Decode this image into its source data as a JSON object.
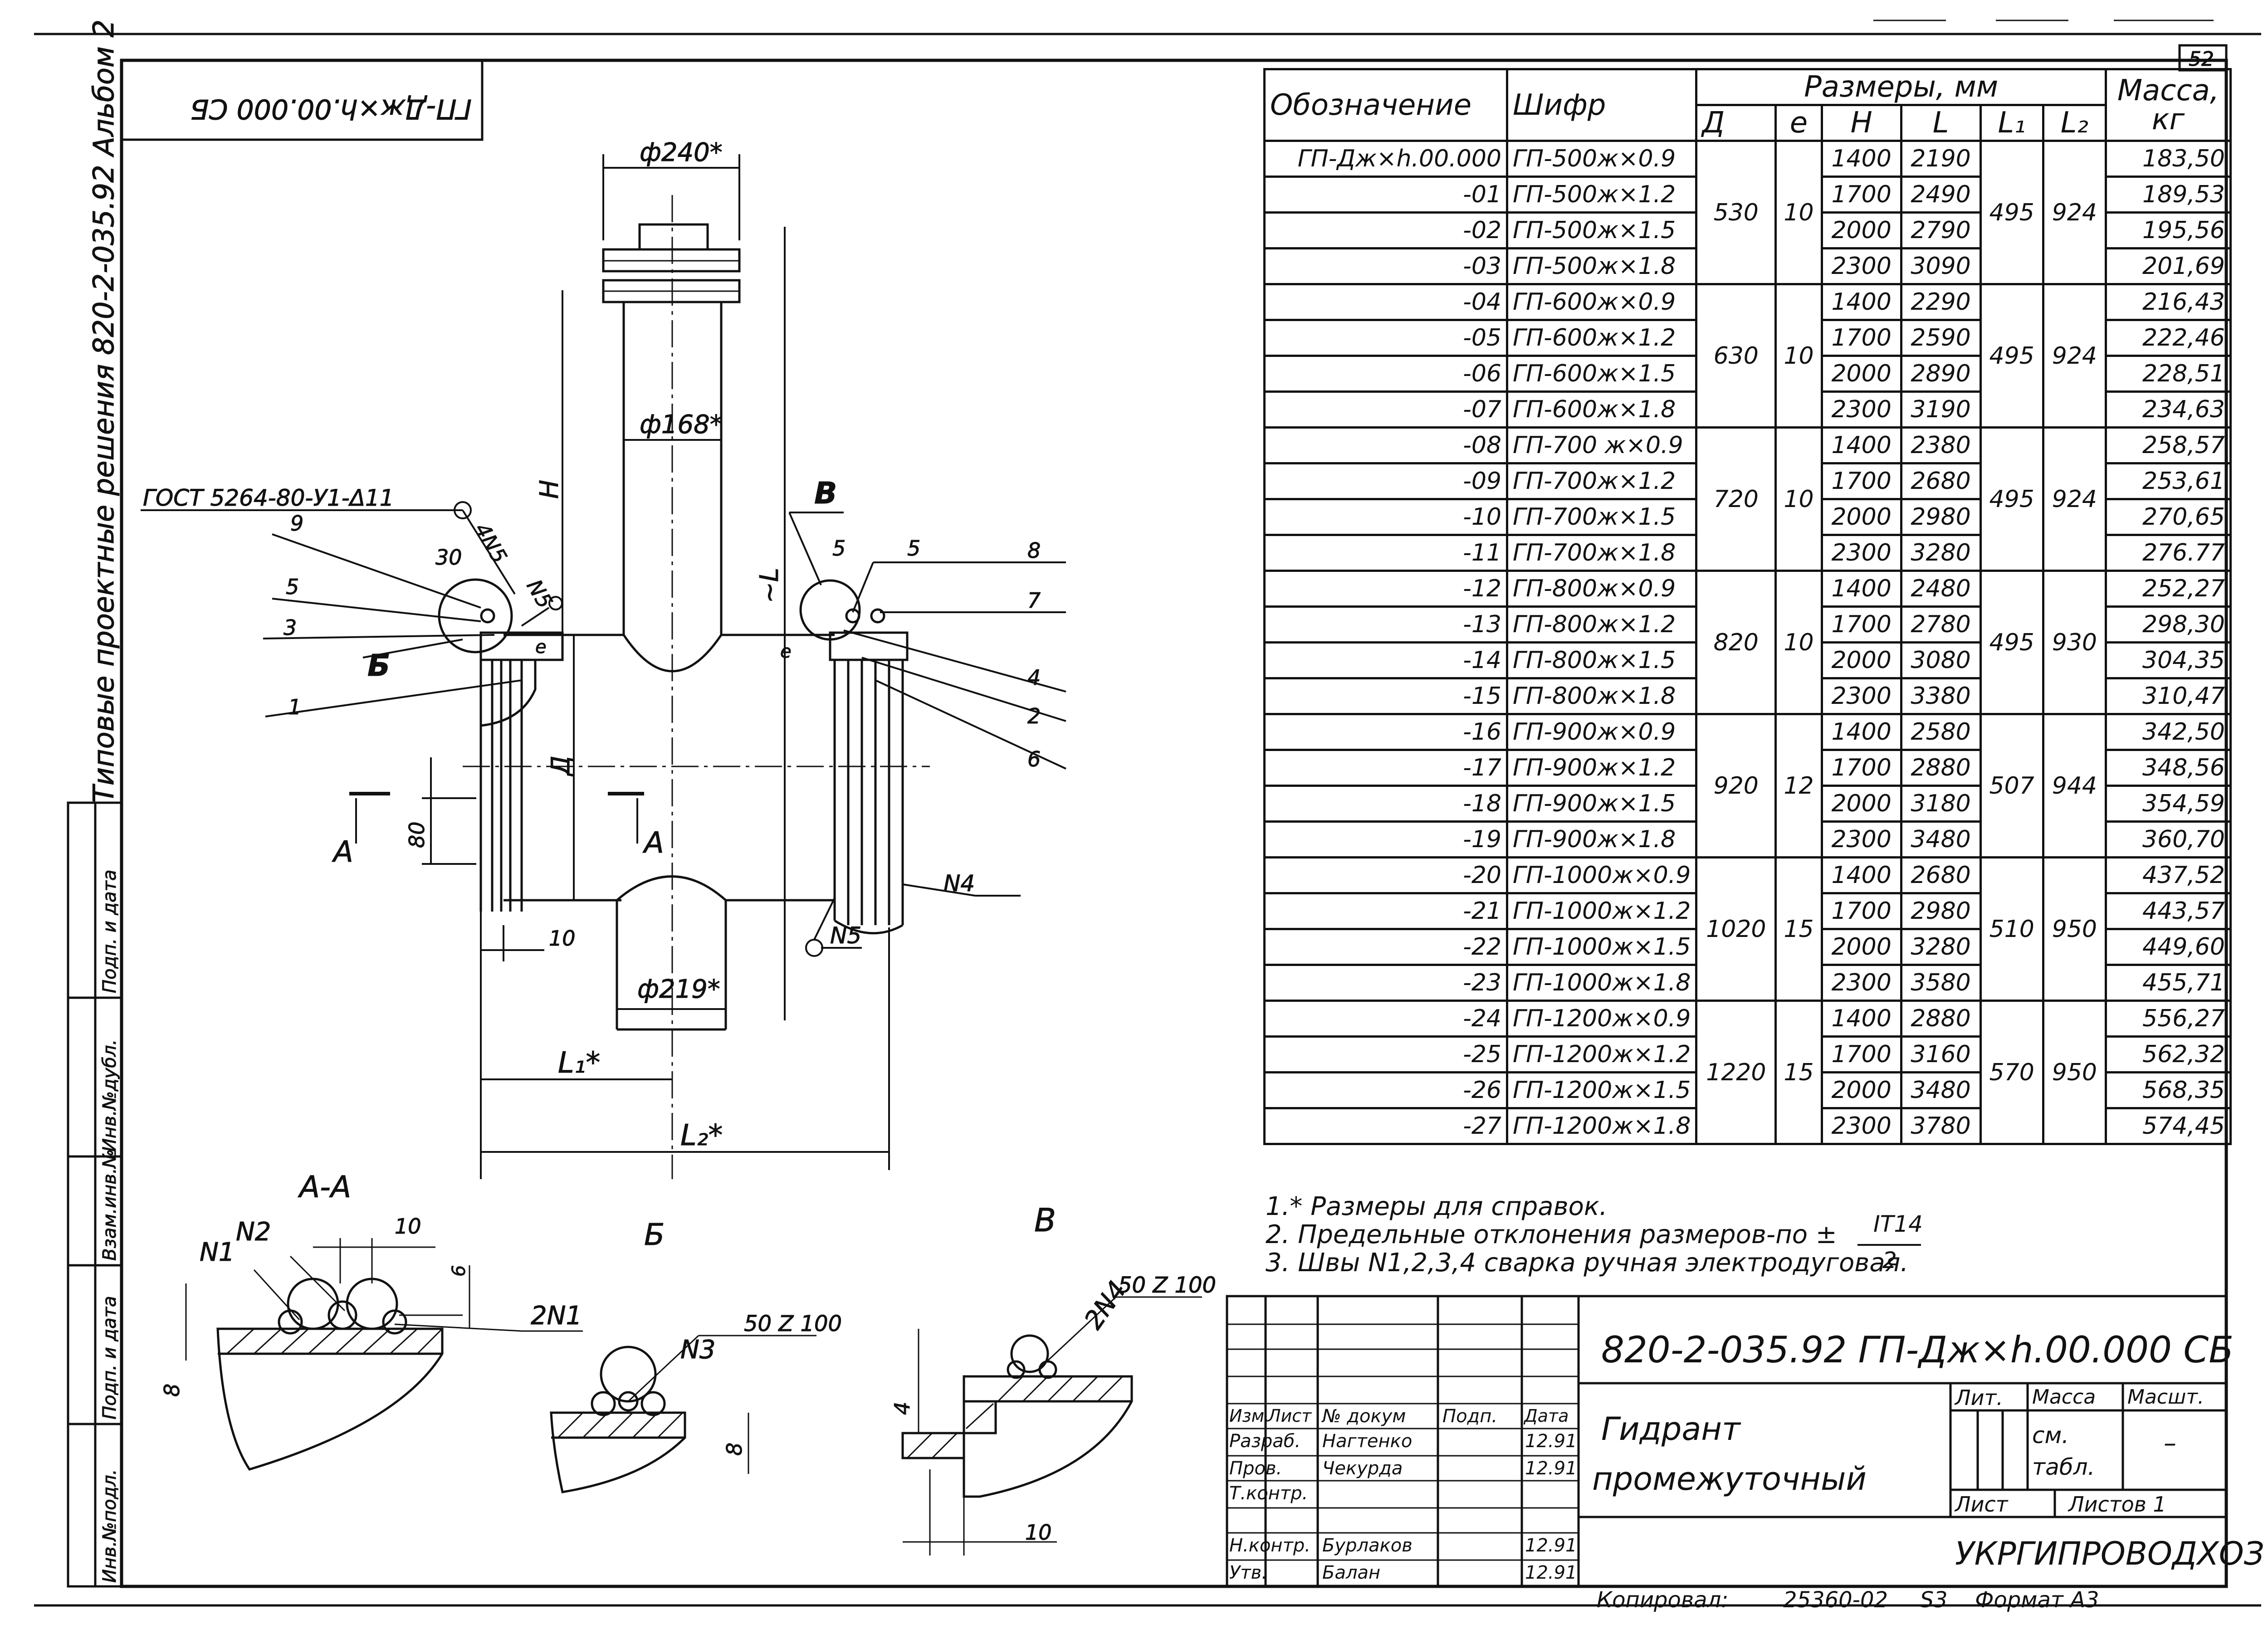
{
  "sheet_number": "52",
  "album_text": "Типовые проектные решения 820-2-035.92 Альбом 2",
  "rotated_code": "ГП-Дж×h.00.000 СБ",
  "side_stamp": [
    "Инв.№подл.",
    "Подп. и дата",
    "Взам.инв.№",
    "Инв.№дубл.",
    "Подп. и дата"
  ],
  "drawing": {
    "dim_phi240": "ф240*",
    "dim_phi168": "ф168*",
    "dim_phi219": "ф219*",
    "label_H": "H",
    "label_L": "~L",
    "label_D": "Д",
    "label_L1": "L₁*",
    "label_L2": "L₂*",
    "gost": "ГОСТ 5264-80-У1-Δ11",
    "weld_4N5": "4N5",
    "weld_N5": "N5",
    "weld_N4": "N4",
    "weld_N5b": "N5",
    "view_B": "Б",
    "view_V": "В",
    "section_A_left": "А",
    "section_A_right": "А",
    "dim_30": "30",
    "dim_80": "80",
    "dim_10": "10",
    "dim_5a": "5",
    "dim_5b": "5",
    "label_e1": "e",
    "label_e2": "e",
    "pos_left": [
      "9",
      "5",
      "3",
      "1"
    ],
    "pos_right": [
      "8",
      "7",
      "4",
      "2",
      "6"
    ]
  },
  "details": {
    "aa_title": "А-А",
    "aa_N1": "N1",
    "aa_N2": "N2",
    "aa_2N1": "2N1",
    "aa_dim10": "10",
    "aa_dim6": "6",
    "aa_dim8": "8",
    "b_title": "Б",
    "b_N3": "N3",
    "b_weld": "50 Z 100",
    "b_dim8": "8",
    "v_title": "В",
    "v_2N4": "2N4",
    "v_weld": "50 Z 100",
    "v_dim4": "4",
    "v_dim10": "10"
  },
  "table": {
    "headers": {
      "designation": "Обозначение",
      "code": "Шифр",
      "sizes": "Размеры, мм",
      "D": "Д",
      "e": "e",
      "H": "H",
      "L": "L",
      "L1": "L₁",
      "L2": "L₂",
      "mass": "Масса, кг"
    },
    "groups": [
      {
        "D": "530",
        "e": "10",
        "L1": "495",
        "L2": "924",
        "rows": [
          {
            "des": "ГП-Дж×h.00.000",
            "code": "ГП-500ж×0.9",
            "H": "1400",
            "L": "2190",
            "mass": "183,50"
          },
          {
            "des": "-01",
            "code": "ГП-500ж×1.2",
            "H": "1700",
            "L": "2490",
            "mass": "189,53"
          },
          {
            "des": "-02",
            "code": "ГП-500ж×1.5",
            "H": "2000",
            "L": "2790",
            "mass": "195,56"
          },
          {
            "des": "-03",
            "code": "ГП-500ж×1.8",
            "H": "2300",
            "L": "3090",
            "mass": "201,69"
          }
        ]
      },
      {
        "D": "630",
        "e": "10",
        "L1": "495",
        "L2": "924",
        "rows": [
          {
            "des": "-04",
            "code": "ГП-600ж×0.9",
            "H": "1400",
            "L": "2290",
            "mass": "216,43"
          },
          {
            "des": "-05",
            "code": "ГП-600ж×1.2",
            "H": "1700",
            "L": "2590",
            "mass": "222,46"
          },
          {
            "des": "-06",
            "code": "ГП-600ж×1.5",
            "H": "2000",
            "L": "2890",
            "mass": "228,51"
          },
          {
            "des": "-07",
            "code": "ГП-600ж×1.8",
            "H": "2300",
            "L": "3190",
            "mass": "234,63"
          }
        ]
      },
      {
        "D": "720",
        "e": "10",
        "L1": "495",
        "L2": "924",
        "rows": [
          {
            "des": "-08",
            "code": "ГП-700 ж×0.9",
            "H": "1400",
            "L": "2380",
            "mass": "258,57"
          },
          {
            "des": "-09",
            "code": "ГП-700ж×1.2",
            "H": "1700",
            "L": "2680",
            "mass": "253,61"
          },
          {
            "des": "-10",
            "code": "ГП-700ж×1.5",
            "H": "2000",
            "L": "2980",
            "mass": "270,65"
          },
          {
            "des": "-11",
            "code": "ГП-700ж×1.8",
            "H": "2300",
            "L": "3280",
            "mass": "276.77"
          }
        ]
      },
      {
        "D": "820",
        "e": "10",
        "L1": "495",
        "L2": "930",
        "rows": [
          {
            "des": "-12",
            "code": "ГП-800ж×0.9",
            "H": "1400",
            "L": "2480",
            "mass": "252,27"
          },
          {
            "des": "-13",
            "code": "ГП-800ж×1.2",
            "H": "1700",
            "L": "2780",
            "mass": "298,30"
          },
          {
            "des": "-14",
            "code": "ГП-800ж×1.5",
            "H": "2000",
            "L": "3080",
            "mass": "304,35"
          },
          {
            "des": "-15",
            "code": "ГП-800ж×1.8",
            "H": "2300",
            "L": "3380",
            "mass": "310,47"
          }
        ]
      },
      {
        "D": "920",
        "e": "12",
        "L1": "507",
        "L2": "944",
        "rows": [
          {
            "des": "-16",
            "code": "ГП-900ж×0.9",
            "H": "1400",
            "L": "2580",
            "mass": "342,50"
          },
          {
            "des": "-17",
            "code": "ГП-900ж×1.2",
            "H": "1700",
            "L": "2880",
            "mass": "348,56"
          },
          {
            "des": "-18",
            "code": "ГП-900ж×1.5",
            "H": "2000",
            "L": "3180",
            "mass": "354,59"
          },
          {
            "des": "-19",
            "code": "ГП-900ж×1.8",
            "H": "2300",
            "L": "3480",
            "mass": "360,70"
          }
        ]
      },
      {
        "D": "1020",
        "e": "15",
        "L1": "510",
        "L2": "950",
        "rows": [
          {
            "des": "-20",
            "code": "ГП-1000ж×0.9",
            "H": "1400",
            "L": "2680",
            "mass": "437,52"
          },
          {
            "des": "-21",
            "code": "ГП-1000ж×1.2",
            "H": "1700",
            "L": "2980",
            "mass": "443,57"
          },
          {
            "des": "-22",
            "code": "ГП-1000ж×1.5",
            "H": "2000",
            "L": "3280",
            "mass": "449,60"
          },
          {
            "des": "-23",
            "code": "ГП-1000ж×1.8",
            "H": "2300",
            "L": "3580",
            "mass": "455,71"
          }
        ]
      },
      {
        "D": "1220",
        "e": "15",
        "L1": "570",
        "L2": "950",
        "rows": [
          {
            "des": "-24",
            "code": "ГП-1200ж×0.9",
            "H": "1400",
            "L": "2880",
            "mass": "556,27"
          },
          {
            "des": "-25",
            "code": "ГП-1200ж×1.2",
            "H": "1700",
            "L": "3160",
            "mass": "562,32"
          },
          {
            "des": "-26",
            "code": "ГП-1200ж×1.5",
            "H": "2000",
            "L": "3480",
            "mass": "568,35"
          },
          {
            "des": "-27",
            "code": "ГП-1200ж×1.8",
            "H": "2300",
            "L": "3780",
            "mass": "574,45"
          }
        ]
      }
    ]
  },
  "notes": [
    "1.* Размеры для справок.",
    "2. Предельные отклонения размеров-по ±",
    "3. Швы N1,2,3,4 сварка ручная электродуговая."
  ],
  "note_fraction": {
    "num": "IT14",
    "den": "2"
  },
  "title_block": {
    "doc_code": "820-2-035.92   ГП-Дж×h.00.000 СБ",
    "name_line1": "Гидрант",
    "name_line2": "промежуточный",
    "col_izm": "Изм.",
    "col_list": "Лист",
    "col_doc": "№ докум",
    "col_sign": "Подп.",
    "col_date": "Дата",
    "roles": [
      {
        "role": "Разраб.",
        "name": "Нагтенко",
        "date": "12.91"
      },
      {
        "role": "Пров.",
        "name": "Чекурда",
        "date": "12.91"
      },
      {
        "role": "Т.контр.",
        "name": "",
        "date": ""
      },
      {
        "role": "",
        "name": "",
        "date": ""
      },
      {
        "role": "Н.контр.",
        "name": "Бурлаков",
        "date": "12.91"
      },
      {
        "role": "Утв.",
        "name": "Балан",
        "date": "12.91"
      }
    ],
    "lit": "Лит.",
    "mass": "Масса",
    "scale": "Масшт.",
    "mass_val": "см. табл.",
    "scale_val": "–",
    "sheet": "Лист",
    "sheets": "Листов 1",
    "org": "УКРГИПРОВОДХОЗ"
  },
  "footer": {
    "copied": "Копировал:",
    "copy_num": "25360-02",
    "s3": "S3",
    "format": "Формат А3"
  }
}
